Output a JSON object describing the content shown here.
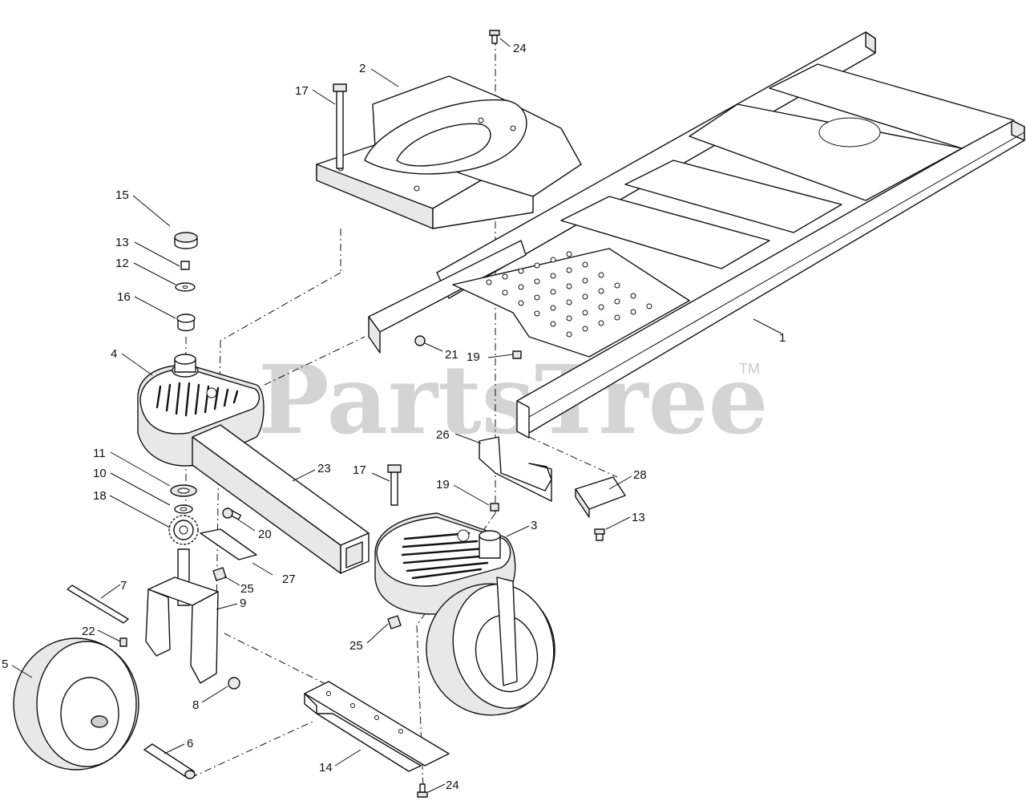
{
  "watermark": {
    "brand": "PartsTree",
    "trademark": "TM"
  },
  "callouts": [
    {
      "id": "c24a",
      "label": "24"
    },
    {
      "id": "c2",
      "label": "2"
    },
    {
      "id": "c17a",
      "label": "17"
    },
    {
      "id": "c15",
      "label": "15"
    },
    {
      "id": "c13a",
      "label": "13"
    },
    {
      "id": "c12",
      "label": "12"
    },
    {
      "id": "c16",
      "label": "16"
    },
    {
      "id": "c4",
      "label": "4"
    },
    {
      "id": "c21",
      "label": "21"
    },
    {
      "id": "c19a",
      "label": "19"
    },
    {
      "id": "c1",
      "label": "1"
    },
    {
      "id": "c26",
      "label": "26"
    },
    {
      "id": "c11",
      "label": "11"
    },
    {
      "id": "c10",
      "label": "10"
    },
    {
      "id": "c18",
      "label": "18"
    },
    {
      "id": "c23",
      "label": "23"
    },
    {
      "id": "c17b",
      "label": "17"
    },
    {
      "id": "c19b",
      "label": "19"
    },
    {
      "id": "c28",
      "label": "28"
    },
    {
      "id": "c13b",
      "label": "13"
    },
    {
      "id": "c3",
      "label": "3"
    },
    {
      "id": "c20",
      "label": "20"
    },
    {
      "id": "c27",
      "label": "27"
    },
    {
      "id": "c25a",
      "label": "25"
    },
    {
      "id": "c7",
      "label": "7"
    },
    {
      "id": "c9",
      "label": "9"
    },
    {
      "id": "c22",
      "label": "22"
    },
    {
      "id": "c25b",
      "label": "25"
    },
    {
      "id": "c5",
      "label": "5"
    },
    {
      "id": "c8",
      "label": "8"
    },
    {
      "id": "c6",
      "label": "6"
    },
    {
      "id": "c14",
      "label": "14"
    },
    {
      "id": "c24b",
      "label": "24"
    }
  ]
}
